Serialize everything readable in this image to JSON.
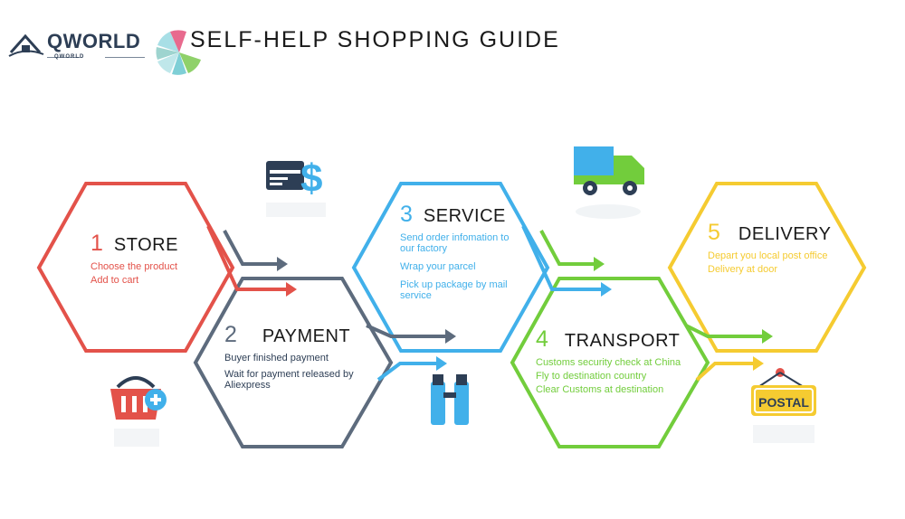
{
  "logo": {
    "name": "QWORLD",
    "subtext": "QWORLD"
  },
  "title": "SELF-HELP SHOPPING GUIDE",
  "colors": {
    "store": "#e3524a",
    "payment": "#5d6b7d",
    "service": "#41b0ea",
    "transport": "#72cd3c",
    "delivery": "#f5cb31",
    "navy": "#2d3e55"
  },
  "steps": [
    {
      "id": "store",
      "number": "1",
      "name": "STORE",
      "lines": [
        "Choose the product",
        "Add to cart"
      ],
      "icon": "shopping-basket-icon"
    },
    {
      "id": "payment",
      "number": "2",
      "name": "PAYMENT",
      "lines": [
        "Buyer finished payment",
        "Wait for payment released by Aliexpress"
      ],
      "icon": "credit-card-dollar-icon"
    },
    {
      "id": "service",
      "number": "3",
      "name": "SERVICE",
      "lines": [
        "Send order infomation to our factory",
        "Wrap your parcel",
        "Pick up package by mail service"
      ],
      "icon": "packaging-icon"
    },
    {
      "id": "transport",
      "number": "4",
      "name": "TRANSPORT",
      "lines": [
        "Customs security check at China",
        "Fly to destination country",
        "Clear Customs at destination"
      ],
      "icon": "delivery-truck-icon"
    },
    {
      "id": "delivery",
      "number": "5",
      "name": "DELIVERY",
      "lines": [
        "Depart you local post office",
        "Delivery at door"
      ],
      "icon": "postal-sign-icon"
    }
  ],
  "postal_label": "POSTAL"
}
